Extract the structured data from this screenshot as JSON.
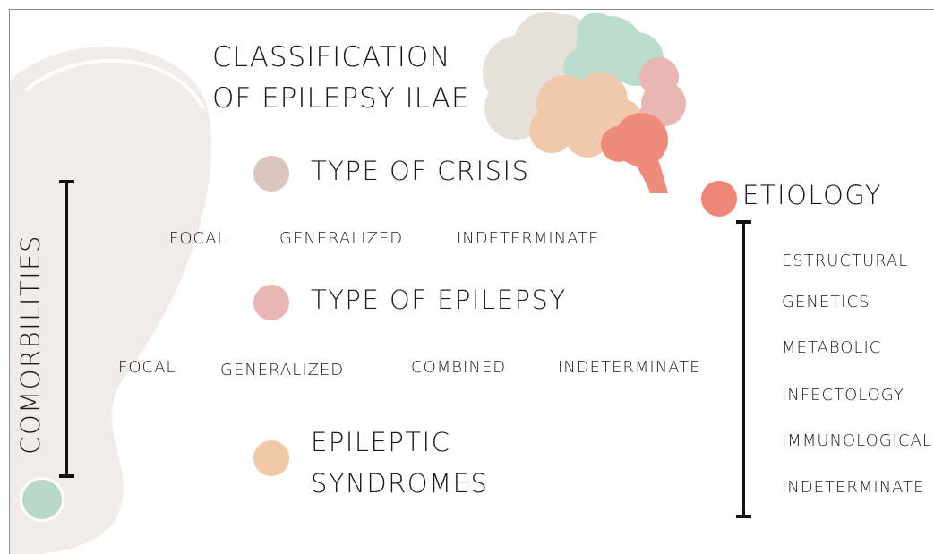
{
  "title": {
    "line1": "CLASSIFICATION",
    "line2": "OF EPILEPSY ILAE"
  },
  "colors": {
    "crisis_dot": "#d9c5bb",
    "epilepsy_dot": "#e8b7b3",
    "syndromes_dot": "#f0c9a6",
    "etiology_dot": "#ee8677",
    "comorbidities_dot": "#b9d8c9",
    "background_shape": "#f1ecea"
  },
  "type_of_crisis": {
    "heading": "TYPE OF CRISIS",
    "items": [
      "FOCAL",
      "GENERALIZED",
      "INDETERMINATE"
    ]
  },
  "type_of_epilepsy": {
    "heading": "TYPE OF EPILEPSY",
    "items": [
      "FOCAL",
      "GENERALIZED",
      "COMBINED",
      "INDETERMINATE"
    ]
  },
  "epileptic_syndromes": {
    "heading_line1": "EPILEPTIC",
    "heading_line2": "SYNDROMES"
  },
  "etiology": {
    "heading": "ETIOLOGY",
    "items": [
      "ESTRUCTURAL",
      "GENETICS",
      "METABOLIC",
      "INFECTOLOGY",
      "IMMUNOLOGICAL",
      "INDETERMINATE"
    ]
  },
  "comorbidities": {
    "label": "COMORBILITIES"
  }
}
